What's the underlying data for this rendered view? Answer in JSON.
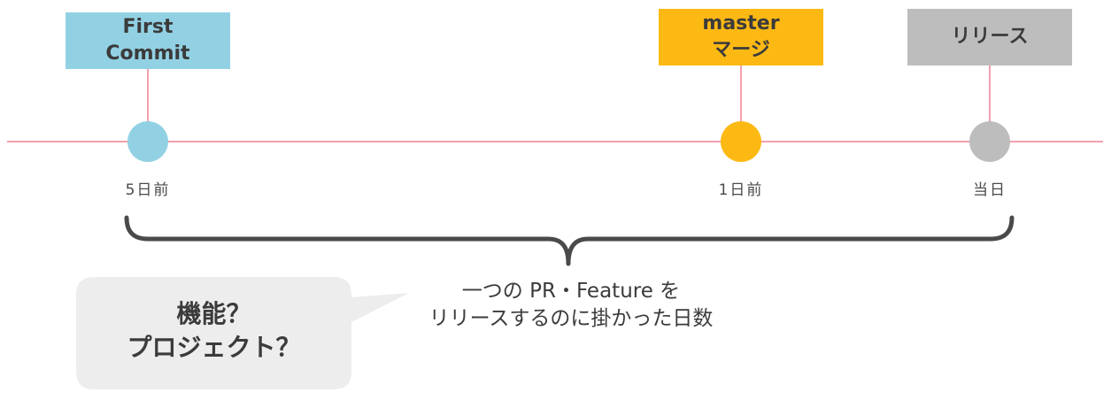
{
  "colors": {
    "timeline": "#f4a0ad",
    "first_commit": "#92d1e4",
    "master_merge": "#fdb913",
    "release": "#bdbdbd",
    "bubble": "#ededed",
    "text": "#3b3b3b"
  },
  "events": [
    {
      "label_line1": "First",
      "label_line2": "Commit",
      "date": "5日前"
    },
    {
      "label_line1": "master",
      "label_line2": "マージ",
      "date": "1日前"
    },
    {
      "label_line1": "リリース",
      "label_line2": "",
      "date": "当日"
    }
  ],
  "caption": {
    "line1": "一つの PR・Feature を",
    "line2": "リリースするのに掛かった日数"
  },
  "bubble": {
    "line1": "機能？",
    "line2": "プロジェクト？"
  }
}
